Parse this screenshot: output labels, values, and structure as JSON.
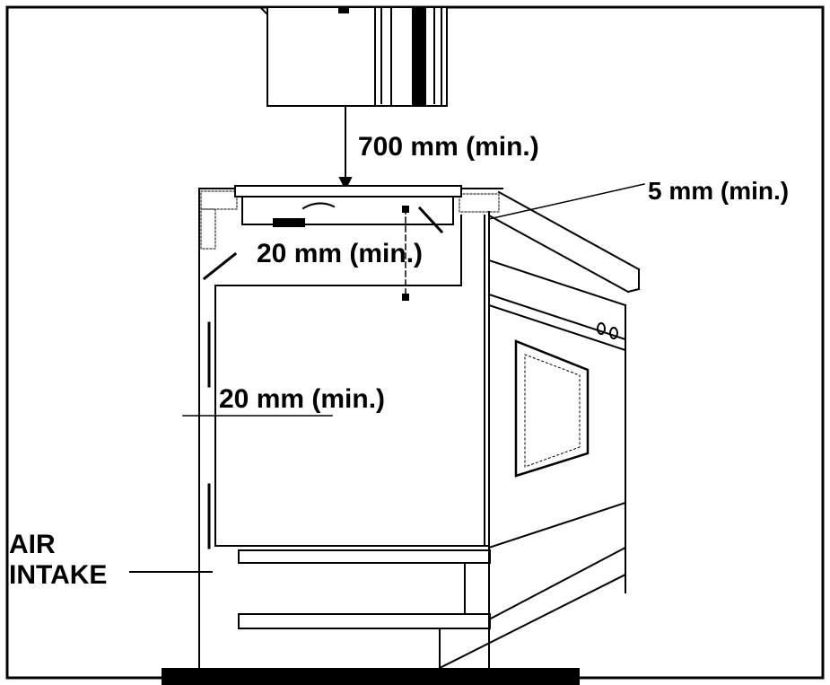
{
  "labels": {
    "top_clearance": "700 mm (min.)",
    "side_clearance": "5 mm (min.)",
    "rear_clearance": "20 mm (min.)",
    "cabinet_clearance": "20 mm (min.)",
    "air_intake_line1": "AIR",
    "air_intake_line2": "INTAKE"
  },
  "colors": {
    "ink": "#000000",
    "background": "#ffffff"
  }
}
